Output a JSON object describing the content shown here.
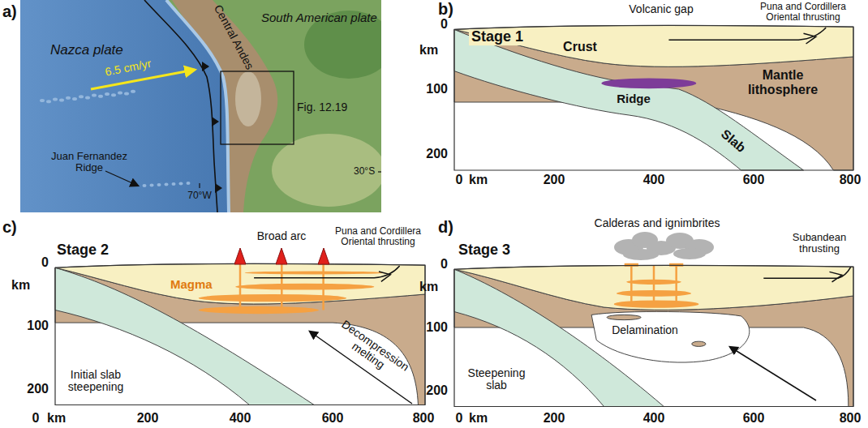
{
  "diagram": {
    "labels": [
      "a)",
      "Nazca plate",
      "South American plate",
      "Central Andes",
      "6.5 cm/yr",
      "Fig. 12.19",
      "Juan Fernandez Ridge",
      "30°S",
      "70°W",
      "b)",
      "Stage 1",
      "Volcanic gap",
      "Puna and Cordillera Oriental thrusting",
      "0",
      "km",
      "100",
      "200",
      "Crust",
      "Mantle lithosphere",
      "Ridge",
      "Slab",
      "0",
      "km",
      "200",
      "400",
      "600",
      "800",
      "c)",
      "Stage 2",
      "Broad arc",
      "Puna and Cordillera Oriental thrusting",
      "Magma",
      "0",
      "km",
      "100",
      "200",
      "Initial slab steepening",
      "Decompression melting",
      "0",
      "km",
      "200",
      "400",
      "600",
      "800",
      "d)",
      "Stage 3",
      "Calderas and ignimbrites",
      "Subandean thrusting",
      "0",
      "km",
      "100",
      "200",
      "Steepening slab",
      "Delamination",
      "0",
      "km",
      "200",
      "400",
      "600",
      "800"
    ]
  }
}
